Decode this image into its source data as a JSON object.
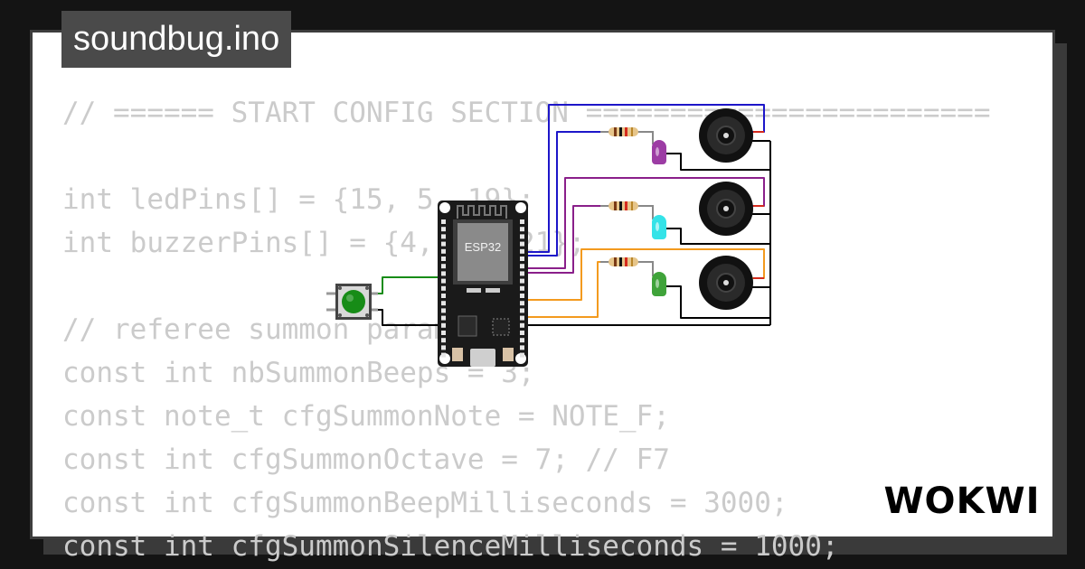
{
  "project": {
    "title": "soundbug.ino"
  },
  "code_lines": [
    "// ====== START CONFIG SECTION ========================",
    "",
    "int ledPins[] = {15, 5, 19};",
    "int buzzerPins[] = {4, 18, 21};",
    "",
    "// referee summon params",
    "const int nbSummonBeeps = 3;",
    "const note_t cfgSummonNote = NOTE_F;",
    "const int cfgSummonOctave = 7; // F7",
    "const int cfgSummonBeepMilliseconds = 3000;",
    "const int cfgSummonSilenceMilliseconds = 1000;"
  ],
  "board": {
    "chip_label": "ESP32"
  },
  "brand": {
    "logo_text": "WOKWI"
  },
  "colors": {
    "wire_blue": "#1d16c9",
    "wire_purple": "#8a1f8a",
    "wire_orange": "#f39a1e",
    "wire_green": "#178c17",
    "led_purple": "#9c3ca4",
    "led_cyan": "#34e3e8",
    "led_green": "#3fa33a"
  }
}
